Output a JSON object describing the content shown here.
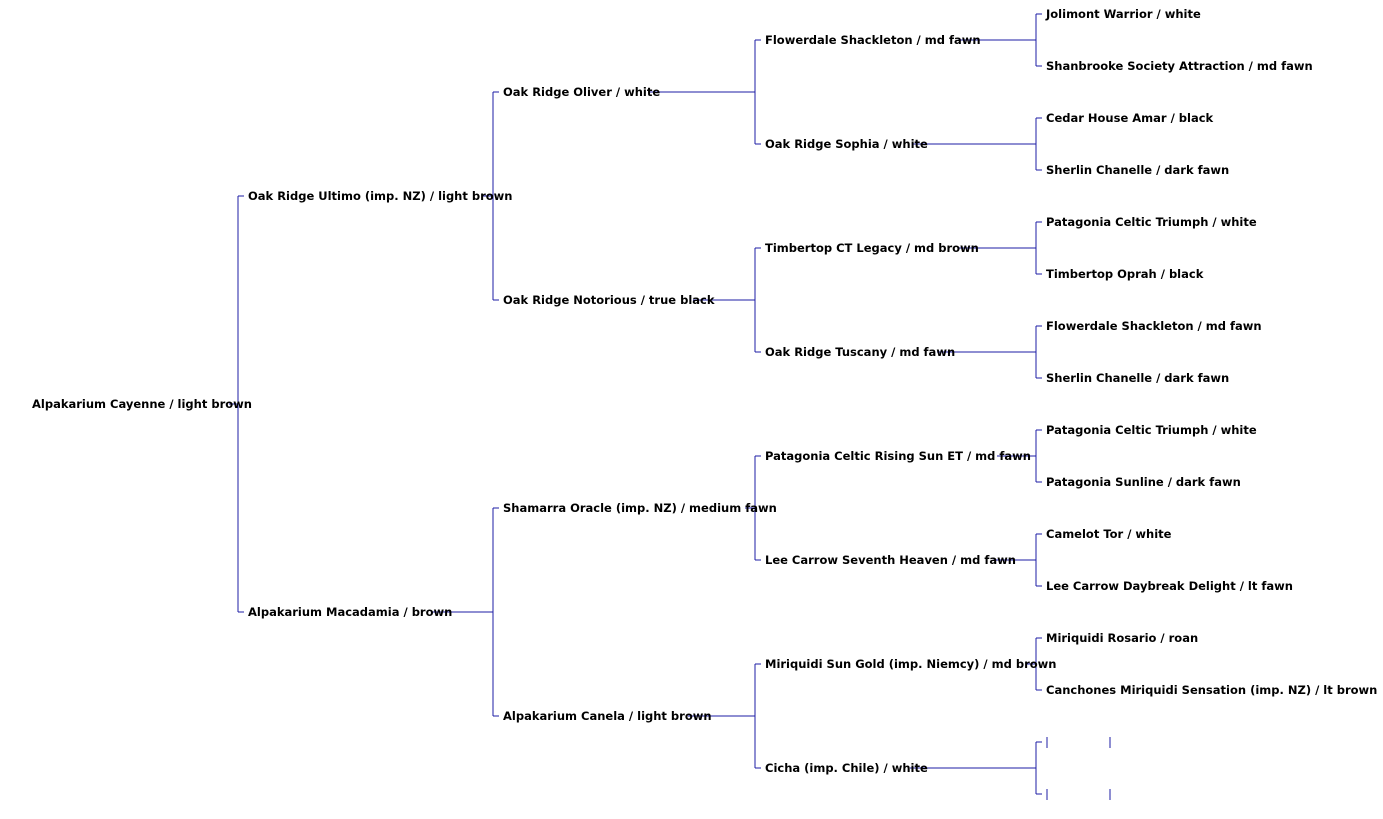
{
  "pedigree": {
    "subject": {
      "name": "Alpakarium Cayenne / light brown"
    },
    "sire": {
      "name": "Oak Ridge Ultimo (imp. NZ) / light brown",
      "sire": {
        "name": "Oak Ridge Oliver / white",
        "sire": {
          "name": "Flowerdale Shackleton / md fawn",
          "sire": "Jolimont Warrior / white",
          "dam": "Shanbrooke Society Attraction / md fawn"
        },
        "dam": {
          "name": "Oak Ridge Sophia / white",
          "sire": "Cedar House Amar / black",
          "dam": "Sherlin Chanelle / dark fawn"
        }
      },
      "dam": {
        "name": "Oak Ridge Notorious / true black",
        "sire": {
          "name": "Timbertop CT Legacy / md brown",
          "sire": "Patagonia Celtic Triumph / white",
          "dam": "Timbertop Oprah / black"
        },
        "dam": {
          "name": "Oak Ridge Tuscany / md fawn",
          "sire": "Flowerdale Shackleton / md fawn",
          "dam": "Sherlin Chanelle / dark fawn"
        }
      }
    },
    "dam": {
      "name": "Alpakarium Macadamia / brown",
      "sire": {
        "name": "Shamarra Oracle (imp. NZ) / medium fawn",
        "sire": {
          "name": "Patagonia Celtic Rising Sun ET / md fawn",
          "sire": "Patagonia Celtic Triumph / white",
          "dam": "Patagonia Sunline / dark fawn"
        },
        "dam": {
          "name": "Lee Carrow Seventh Heaven / md fawn",
          "sire": "Camelot Tor / white",
          "dam": "Lee Carrow Daybreak Delight / lt fawn"
        }
      },
      "dam": {
        "name": "Alpakarium Canela / light brown",
        "sire": {
          "name": "Miriquidi Sun Gold  (imp. Niemcy) / md brown",
          "sire": "Miriquidi Rosario / roan",
          "dam": "Canchones Miriquidi Sensation (imp. NZ) / lt brown"
        },
        "dam": {
          "name": "Cicha (imp. Chile) / white",
          "sire": "",
          "dam": ""
        }
      }
    }
  },
  "colors": {
    "connector": "#1c1ca6",
    "text": "#000000",
    "background": "#ffffff"
  }
}
